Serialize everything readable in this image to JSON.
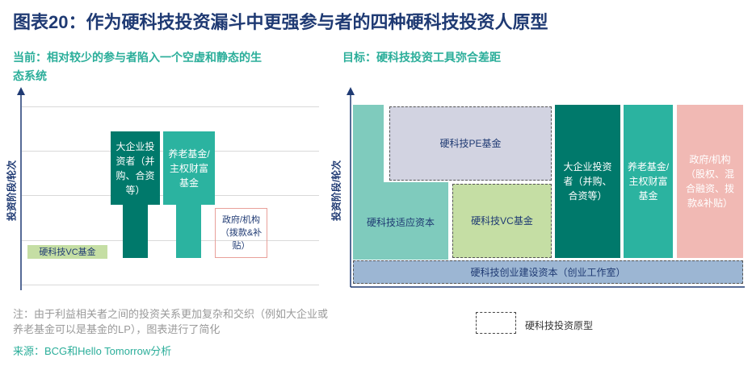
{
  "title": "图表20：作为硬科技投资漏斗中更强参与者的四种硬科技投资人原型",
  "left": {
    "subtitle_line1": "当前：相对较少的参与者陷入一个空虚和静态的生",
    "subtitle_line2": "态系统",
    "ylabel": "投资阶段/轮次",
    "vc_fund": "硬科技VC基金",
    "corporate": "大企业投资者（并购、合资等）",
    "pension": "养老基金/主权财富基金",
    "government": "政府/机构（拨款&补贴）"
  },
  "right": {
    "subtitle": "目标：硬科技投资工具弥合差距",
    "ylabel": "投资阶段/轮次",
    "adaptive_capital": "硬科技适应资本",
    "pe_fund": "硬科技PE基金",
    "vc_fund": "硬科技VC基金",
    "corporate": "大企业投资者（并购、合资等）",
    "pension": "养老基金/主权财富基金",
    "government": "政府/机构（股权、混合融资、拨款&补贴）",
    "venture_building": "硬科技创业建设资本（创业工作室）"
  },
  "legend": {
    "prototype": "硬科技投资原型"
  },
  "note_line1": "注：由于利益相关者之间的投资关系更加复杂和交织（例如大企业或",
  "note_line2": "养老基金可以是基金的LP），图表进行了简化",
  "source": "来源：BCG和Hello Tomorrow分析",
  "colors": {
    "title": "#1f3a73",
    "subtitle": "#2bae9a",
    "dark_teal": "#00796b",
    "teal": "#2bb3a0",
    "mint": "#7fcbbd",
    "lavender": "#d2d3e1",
    "light_green": "#c5dea4",
    "pink": "#f1b9b4",
    "steel_blue": "#9cb6d3"
  }
}
